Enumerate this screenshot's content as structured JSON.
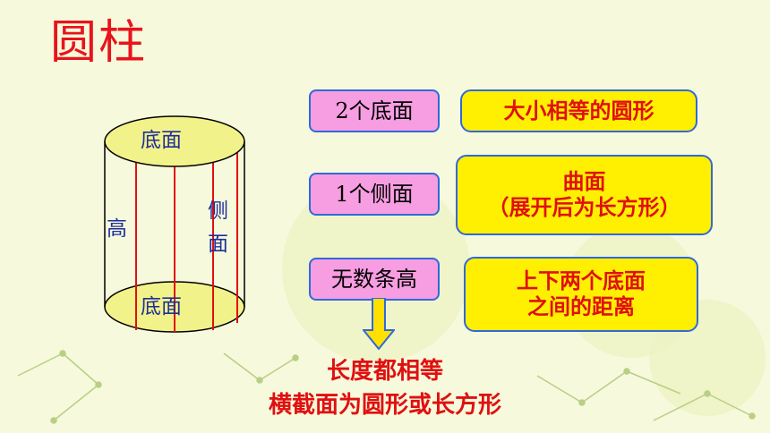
{
  "title": "圆柱",
  "cylinder": {
    "top_label": "底面",
    "bottom_label": "底面",
    "height_label": "高",
    "side_label_1": "侧",
    "side_label_2": "面"
  },
  "rows": [
    {
      "term": "2个底面",
      "desc_line1": "大小相等的圆形",
      "desc_line2": ""
    },
    {
      "term": "1个侧面",
      "desc_line1": "曲面",
      "desc_line2": "（展开后为长方形）"
    },
    {
      "term": "无数条高",
      "desc_line1": "上下两个底面",
      "desc_line2": "之间的距离"
    }
  ],
  "bottom": {
    "line1": "长度都相等",
    "line2": "横截面为圆形或长方形"
  },
  "colors": {
    "title": "#e8141c",
    "pink_box": "#f79de1",
    "yellow_box": "#ffef00",
    "box_border": "#2f6ad8",
    "highlight_text": "#e01010",
    "cylinder_fill": "#f2f28a",
    "height_lines": "#e01010",
    "arrow": "#ffe000"
  }
}
